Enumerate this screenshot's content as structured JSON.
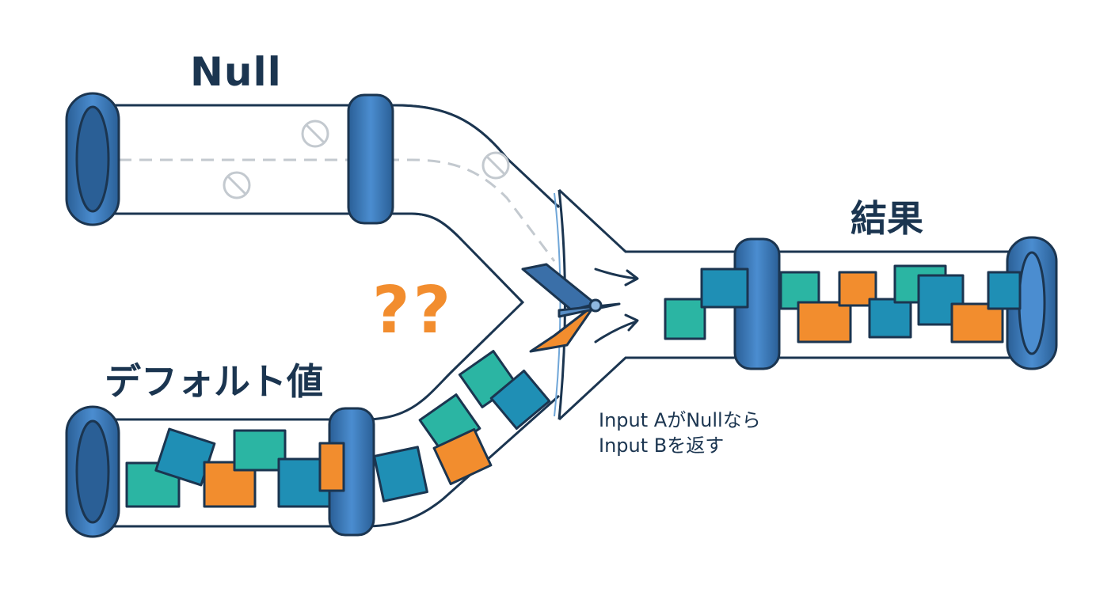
{
  "labels": {
    "null_pipe": "Null",
    "default_pipe": "デフォルト値",
    "result_pipe": "結果",
    "operator": "??"
  },
  "note": {
    "line1": "Input AがNullなら",
    "line2": "Input Bを返す"
  },
  "icons": {
    "null_token": "prohibited-circle-icon",
    "flow_arrow": "curved-arrow-icon",
    "valve": "switch-flap-icon"
  },
  "colors": {
    "outline": "#1b3550",
    "pipe_ring": "#3f7fc0",
    "ring_dark": "#2a5f96",
    "teal": "#2bb5a3",
    "blue": "#1f8fb5",
    "orange": "#f28d2e",
    "null_token": "#c3c9cf"
  }
}
